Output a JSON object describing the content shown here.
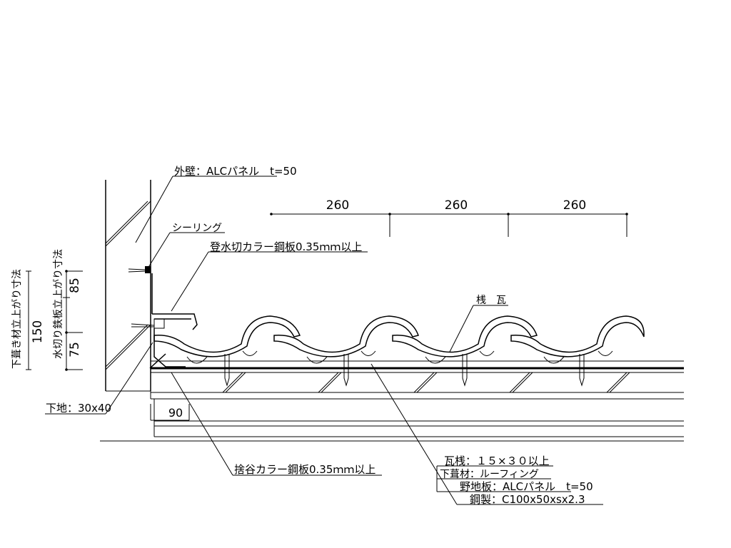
{
  "labels": {
    "exterior_wall": "外壁：ALCパネル　t=50",
    "sealing": "シーリング",
    "flashing": "登水切カラー鋼板0.35ｍｍ以上",
    "roof_tile": "桟　瓦",
    "underlay_base": "下地：30x40",
    "valley_sheet": "捨谷カラー鋼板0.35ｍｍ以上",
    "batten": "瓦桟：１５×３０以上",
    "underlayment": "下葺材：ルーフィング",
    "sheathing": "野地板：ALCパネル　t=50",
    "steel": "鋼製：C100x50xsx2.3"
  },
  "dimensions": {
    "span1": "260",
    "span2": "260",
    "span3": "260",
    "width_90": "90",
    "height_85": "85",
    "height_75": "75",
    "height_150": "150"
  },
  "side_labels": {
    "underlay_rise": "下葺き材立上がり寸法",
    "flashing_rise": "水切り鉄板立上がり寸法"
  }
}
